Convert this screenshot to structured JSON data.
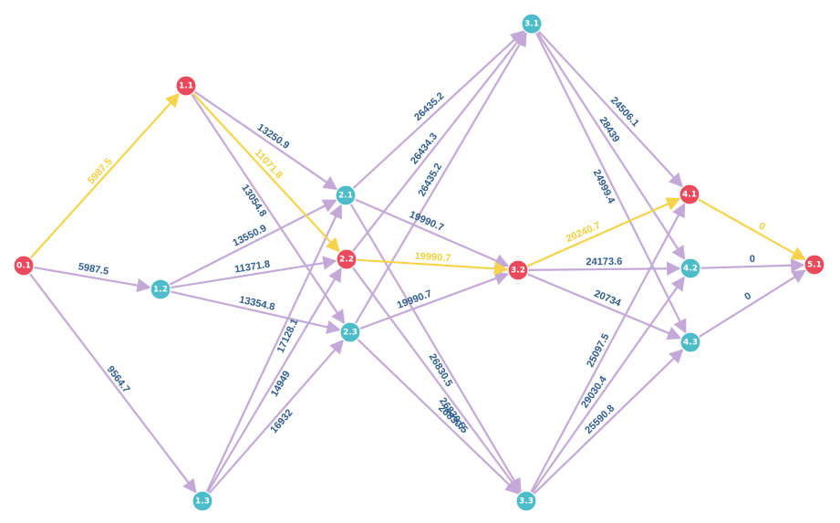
{
  "colors": {
    "red_node": "#ea4a5c",
    "teal_node": "#4bbcc8",
    "normal_edge": "#c4a9d8",
    "highlight_edge": "#f5d34a",
    "normal_label": "#2e5b8f",
    "highlight_label": "#f3cf3c"
  },
  "nodes": [
    {
      "id": "0.1",
      "label": "0.1",
      "color": "red"
    },
    {
      "id": "1.1",
      "label": "1.1",
      "color": "red"
    },
    {
      "id": "1.2",
      "label": "1.2",
      "color": "teal"
    },
    {
      "id": "1.3",
      "label": "1.3",
      "color": "teal"
    },
    {
      "id": "2.1",
      "label": "2.1",
      "color": "teal"
    },
    {
      "id": "2.2",
      "label": "2.2",
      "color": "red"
    },
    {
      "id": "2.3",
      "label": "2.3",
      "color": "teal"
    },
    {
      "id": "3.1",
      "label": "3.1",
      "color": "teal"
    },
    {
      "id": "3.2",
      "label": "3.2",
      "color": "red"
    },
    {
      "id": "3.3",
      "label": "3.3",
      "color": "teal"
    },
    {
      "id": "4.1",
      "label": "4.1",
      "color": "red"
    },
    {
      "id": "4.2",
      "label": "4.2",
      "color": "teal"
    },
    {
      "id": "4.3",
      "label": "4.3",
      "color": "teal"
    },
    {
      "id": "5.1",
      "label": "5.1",
      "color": "red"
    }
  ],
  "edges": [
    {
      "from": "0.1",
      "to": "1.1",
      "label": "5987.5",
      "highlight": true
    },
    {
      "from": "0.1",
      "to": "1.2",
      "label": "5987.5",
      "highlight": false
    },
    {
      "from": "0.1",
      "to": "1.3",
      "label": "9564.7",
      "highlight": false
    },
    {
      "from": "1.1",
      "to": "2.1",
      "label": "13250.9",
      "highlight": false
    },
    {
      "from": "1.1",
      "to": "2.2",
      "label": "11071.8",
      "highlight": true
    },
    {
      "from": "1.1",
      "to": "2.3",
      "label": "13054.8",
      "highlight": false
    },
    {
      "from": "1.2",
      "to": "2.1",
      "label": "13550.9",
      "highlight": false
    },
    {
      "from": "1.2",
      "to": "2.2",
      "label": "11371.8",
      "highlight": false
    },
    {
      "from": "1.2",
      "to": "2.3",
      "label": "13354.8",
      "highlight": false
    },
    {
      "from": "1.3",
      "to": "2.1",
      "label": "17128.1",
      "highlight": false
    },
    {
      "from": "1.3",
      "to": "2.2",
      "label": "14949",
      "highlight": false
    },
    {
      "from": "1.3",
      "to": "2.3",
      "label": "16932",
      "highlight": false
    },
    {
      "from": "2.1",
      "to": "3.1",
      "label": "26435.2",
      "highlight": false
    },
    {
      "from": "2.2",
      "to": "3.1",
      "label": "26434.3",
      "highlight": false
    },
    {
      "from": "2.3",
      "to": "3.1",
      "label": "26435.2",
      "highlight": false
    },
    {
      "from": "2.1",
      "to": "3.2",
      "label": "19990.7",
      "highlight": false
    },
    {
      "from": "2.2",
      "to": "3.2",
      "label": "19990.7",
      "highlight": true
    },
    {
      "from": "2.3",
      "to": "3.2",
      "label": "19990.7",
      "highlight": false
    },
    {
      "from": "2.1",
      "to": "3.3",
      "label": "26830.5",
      "highlight": false
    },
    {
      "from": "2.2",
      "to": "3.3",
      "label": "26830.5",
      "highlight": false
    },
    {
      "from": "2.3",
      "to": "3.3",
      "label": "26830.5",
      "highlight": false
    },
    {
      "from": "3.1",
      "to": "4.1",
      "label": "24506.1",
      "highlight": false
    },
    {
      "from": "3.1",
      "to": "4.2",
      "label": "28439",
      "highlight": false
    },
    {
      "from": "3.1",
      "to": "4.3",
      "label": "24999.4",
      "highlight": false
    },
    {
      "from": "3.2",
      "to": "4.1",
      "label": "20240.7",
      "highlight": true
    },
    {
      "from": "3.2",
      "to": "4.2",
      "label": "24173.6",
      "highlight": false
    },
    {
      "from": "3.2",
      "to": "4.3",
      "label": "20734",
      "highlight": false
    },
    {
      "from": "3.3",
      "to": "4.1",
      "label": "25097.5",
      "highlight": false
    },
    {
      "from": "3.3",
      "to": "4.2",
      "label": "29030.4",
      "highlight": false
    },
    {
      "from": "3.3",
      "to": "4.3",
      "label": "25590.8",
      "highlight": false
    },
    {
      "from": "4.1",
      "to": "5.1",
      "label": "0",
      "highlight": true
    },
    {
      "from": "4.2",
      "to": "5.1",
      "label": "0",
      "highlight": false
    },
    {
      "from": "4.3",
      "to": "5.1",
      "label": "0",
      "highlight": false
    }
  ]
}
